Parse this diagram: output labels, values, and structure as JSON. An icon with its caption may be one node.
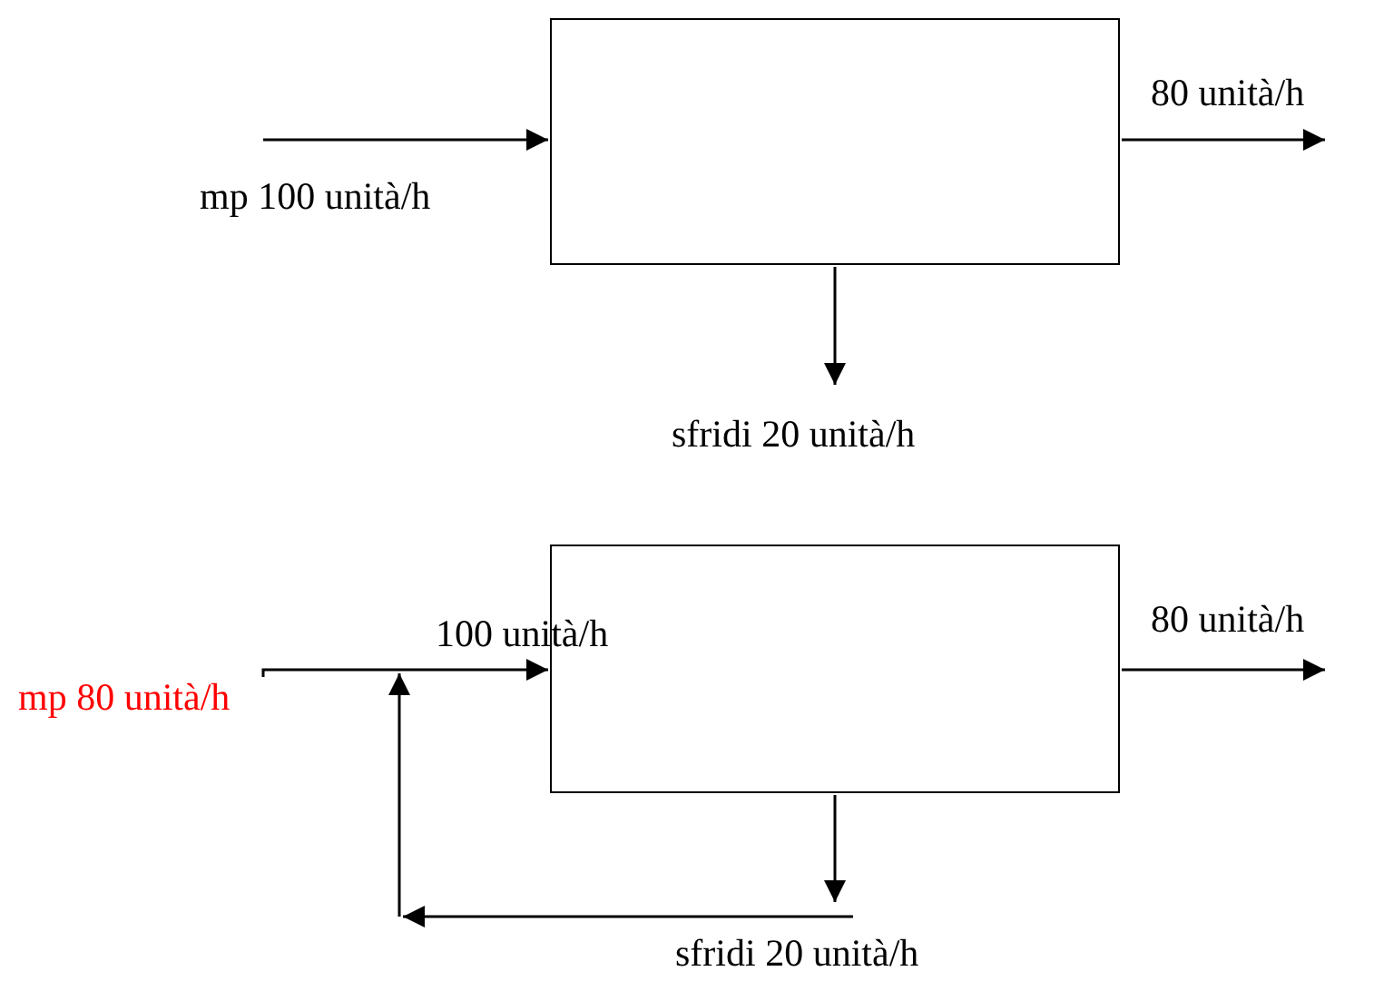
{
  "diagram": {
    "nodes": [
      {
        "text": [],
        "shape": "box"
      },
      {
        "text": [],
        "shape": "box"
      },
      {
        "text": [
          "mp 80 unità/h"
        ]
      }
    ],
    "edges": [
      {
        "from": null,
        "to": 0,
        "arrow": "to",
        "label": "mp 100 unità/h"
      },
      {
        "from": 0,
        "to": null,
        "arrow": "to",
        "label": "80 unità/h"
      },
      {
        "from": 0,
        "to": null,
        "arrow": "to",
        "label": "sfridi 20 unità/h"
      },
      {
        "from": 2,
        "to": 1,
        "arrow": "to",
        "label": "100 unità/h"
      },
      {
        "from": 1,
        "to": null,
        "arrow": "to",
        "label": "80 unità/h"
      },
      {
        "from": 1,
        "to": 1,
        "arrow": "to",
        "label": "sfridi 20 unità/h"
      }
    ]
  }
}
